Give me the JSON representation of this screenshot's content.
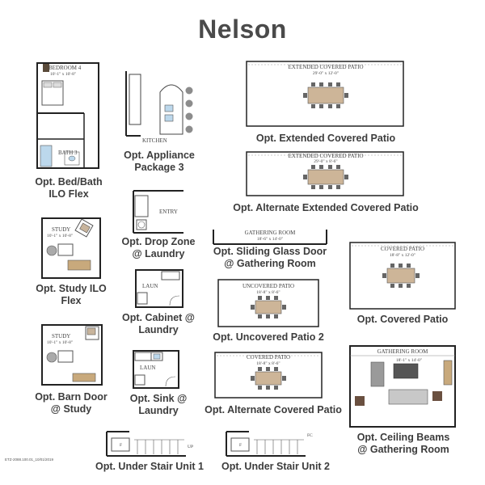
{
  "title": "Nelson",
  "footer": "ETZ-2088.100.01_10/01/2019",
  "options": {
    "bed_bath": {
      "caption_l1": "Opt. Bed/Bath",
      "caption_l2": "ILO Flex",
      "room1": "BEDROOM 4",
      "dim1": "10'-1\" x 10'-8\"",
      "room2": "BATH 3"
    },
    "appliance": {
      "caption_l1": "Opt. Appliance",
      "caption_l2": "Package 3",
      "room": "KITCHEN"
    },
    "ext_patio": {
      "caption": "Opt. Extended Covered Patio",
      "room": "EXTENDED COVERED PATIO",
      "dim": "29'-0\" x 12'-0\""
    },
    "alt_ext_patio": {
      "caption": "Opt. Alternate Extended Covered Patio",
      "room": "EXTENDED COVERED PATIO",
      "dim": "29'-0\" x 8'-6\""
    },
    "study_flex": {
      "caption_l1": "Opt. Study ILO",
      "caption_l2": "Flex",
      "room": "STUDY",
      "dim": "10'-1\" x 10'-8\""
    },
    "drop_zone": {
      "caption_l1": "Opt. Drop Zone",
      "caption_l2": "@ Laundry",
      "room": "ENTRY"
    },
    "sliding_door": {
      "caption_l1": "Opt. Sliding Glass Door",
      "caption_l2": "@ Gathering Room",
      "room": "GATHERING ROOM",
      "dim": "18'-6\" x 14'-0\""
    },
    "covered_patio": {
      "caption": "Opt. Covered Patio",
      "room": "COVERED PATIO",
      "dim": "18'-8\" x 12'-0\""
    },
    "cabinet": {
      "caption_l1": "Opt. Cabinet @",
      "caption_l2": "Laundry",
      "room": "LAUN"
    },
    "uncovered_patio": {
      "caption": "Opt. Uncovered Patio 2",
      "room": "UNCOVERED PATIO",
      "dim": "18'-8\" x 8'-6\""
    },
    "barn_door": {
      "caption_l1": "Opt. Barn Door",
      "caption_l2": "@ Study",
      "room": "STUDY",
      "dim": "10'-1\" x 10'-8\""
    },
    "sink": {
      "caption_l1": "Opt. Sink @",
      "caption_l2": "Laundry",
      "room": "LAUN"
    },
    "alt_covered_patio": {
      "caption": "Opt. Alternate Covered Patio",
      "room": "COVERED PATIO",
      "dim": "18'-8\" x 8'-6\""
    },
    "ceiling_beams": {
      "caption_l1": "Opt. Ceiling Beams",
      "caption_l2": "@ Gathering Room",
      "room": "GATHERING ROOM",
      "dim": "18'-1\" x 14'-0\""
    },
    "under_stair1": {
      "caption": "Opt. Under Stair Unit 1",
      "mark": "UP"
    },
    "under_stair2": {
      "caption": "Opt. Under Stair Unit 2",
      "mark": "FC"
    }
  }
}
